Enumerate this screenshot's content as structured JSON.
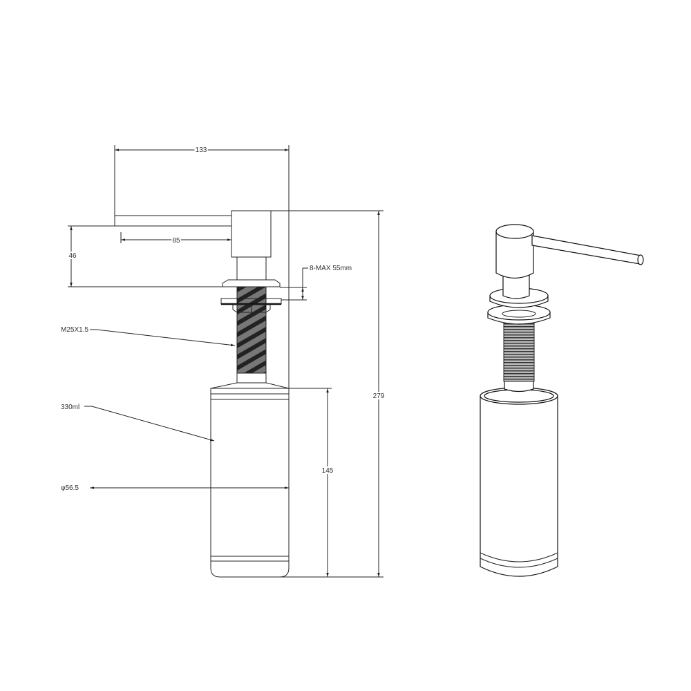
{
  "dimensions": {
    "total_width": "133",
    "spout_reach": "85",
    "head_height": "46",
    "mount_thickness": "8-MAX 55mm",
    "thread": "M25X1.5",
    "capacity": "330ml",
    "diameter": "φ56.5",
    "bottle_height": "145",
    "total_height": "279"
  },
  "colors": {
    "line": "#222222",
    "thread_fill": "#444444",
    "background": "#ffffff"
  }
}
